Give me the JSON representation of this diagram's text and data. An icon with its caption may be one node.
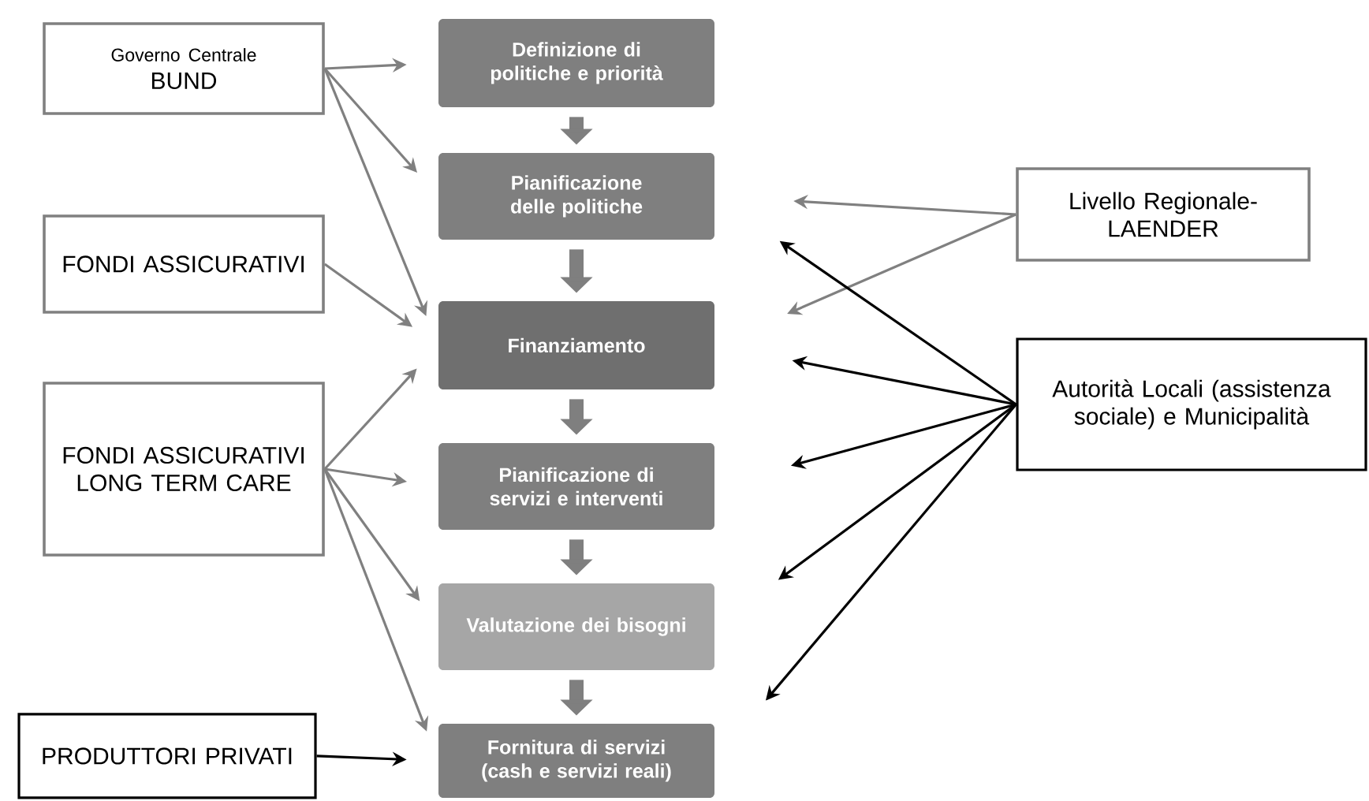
{
  "diagram": {
    "nodes": [
      {
        "text": [
          "Governo Centrale",
          "BUND"
        ]
      },
      {
        "text": [
          "FONDI ASSICURATIVI"
        ]
      },
      {
        "text": [
          "FONDI ASSICURATIVI LONG TERM CARE"
        ]
      },
      {
        "text": [
          "PRODUTTORI PRIVATI"
        ]
      },
      {
        "text": [
          "Definizione di politiche e priorità"
        ]
      },
      {
        "text": [
          "Pianificazione delle politiche"
        ]
      },
      {
        "text": [
          "Finanziamento"
        ]
      },
      {
        "text": [
          "Pianificazione di servizi e interventi"
        ]
      },
      {
        "text": [
          "Valutazione dei bisogni"
        ]
      },
      {
        "text": [
          "Fornitura di servizi (cash e servizi reali)"
        ]
      },
      {
        "text": [
          "Livello Regionale- LAENDER"
        ]
      },
      {
        "text": [
          "Autorità Locali (assistenza sociale) e Municipalità"
        ]
      }
    ],
    "edges": [
      {
        "from": 0,
        "to": 4,
        "arrow": "to"
      },
      {
        "from": 0,
        "to": 5,
        "arrow": "to"
      },
      {
        "from": 0,
        "to": 6,
        "arrow": "to"
      },
      {
        "from": 1,
        "to": 6,
        "arrow": "to"
      },
      {
        "from": 2,
        "to": 6,
        "arrow": "to"
      },
      {
        "from": 2,
        "to": 7,
        "arrow": "to"
      },
      {
        "from": 2,
        "to": 8,
        "arrow": "to"
      },
      {
        "from": 2,
        "to": 9,
        "arrow": "to"
      },
      {
        "from": 3,
        "to": 9,
        "arrow": "to",
        "color": "#000000"
      },
      {
        "from": 4,
        "to": 5,
        "arrow": "to",
        "style": "thick"
      },
      {
        "from": 5,
        "to": 6,
        "arrow": "to",
        "style": "thick"
      },
      {
        "from": 6,
        "to": 7,
        "arrow": "to",
        "style": "thick"
      },
      {
        "from": 7,
        "to": 8,
        "arrow": "to",
        "style": "thick"
      },
      {
        "from": 8,
        "to": 9,
        "arrow": "to",
        "style": "thick"
      },
      {
        "from": 10,
        "to": 5,
        "arrow": "to"
      },
      {
        "from": 10,
        "to": 6,
        "arrow": "to"
      },
      {
        "from": 11,
        "to": 5,
        "arrow": "to",
        "color": "#000000"
      },
      {
        "from": 11,
        "to": 6,
        "arrow": "to",
        "color": "#000000"
      },
      {
        "from": 11,
        "to": 7,
        "arrow": "to",
        "color": "#000000"
      },
      {
        "from": 11,
        "to": 8,
        "arrow": "to",
        "color": "#000000"
      },
      {
        "from": 11,
        "to": 9,
        "arrow": "to",
        "color": "#000000"
      }
    ]
  }
}
